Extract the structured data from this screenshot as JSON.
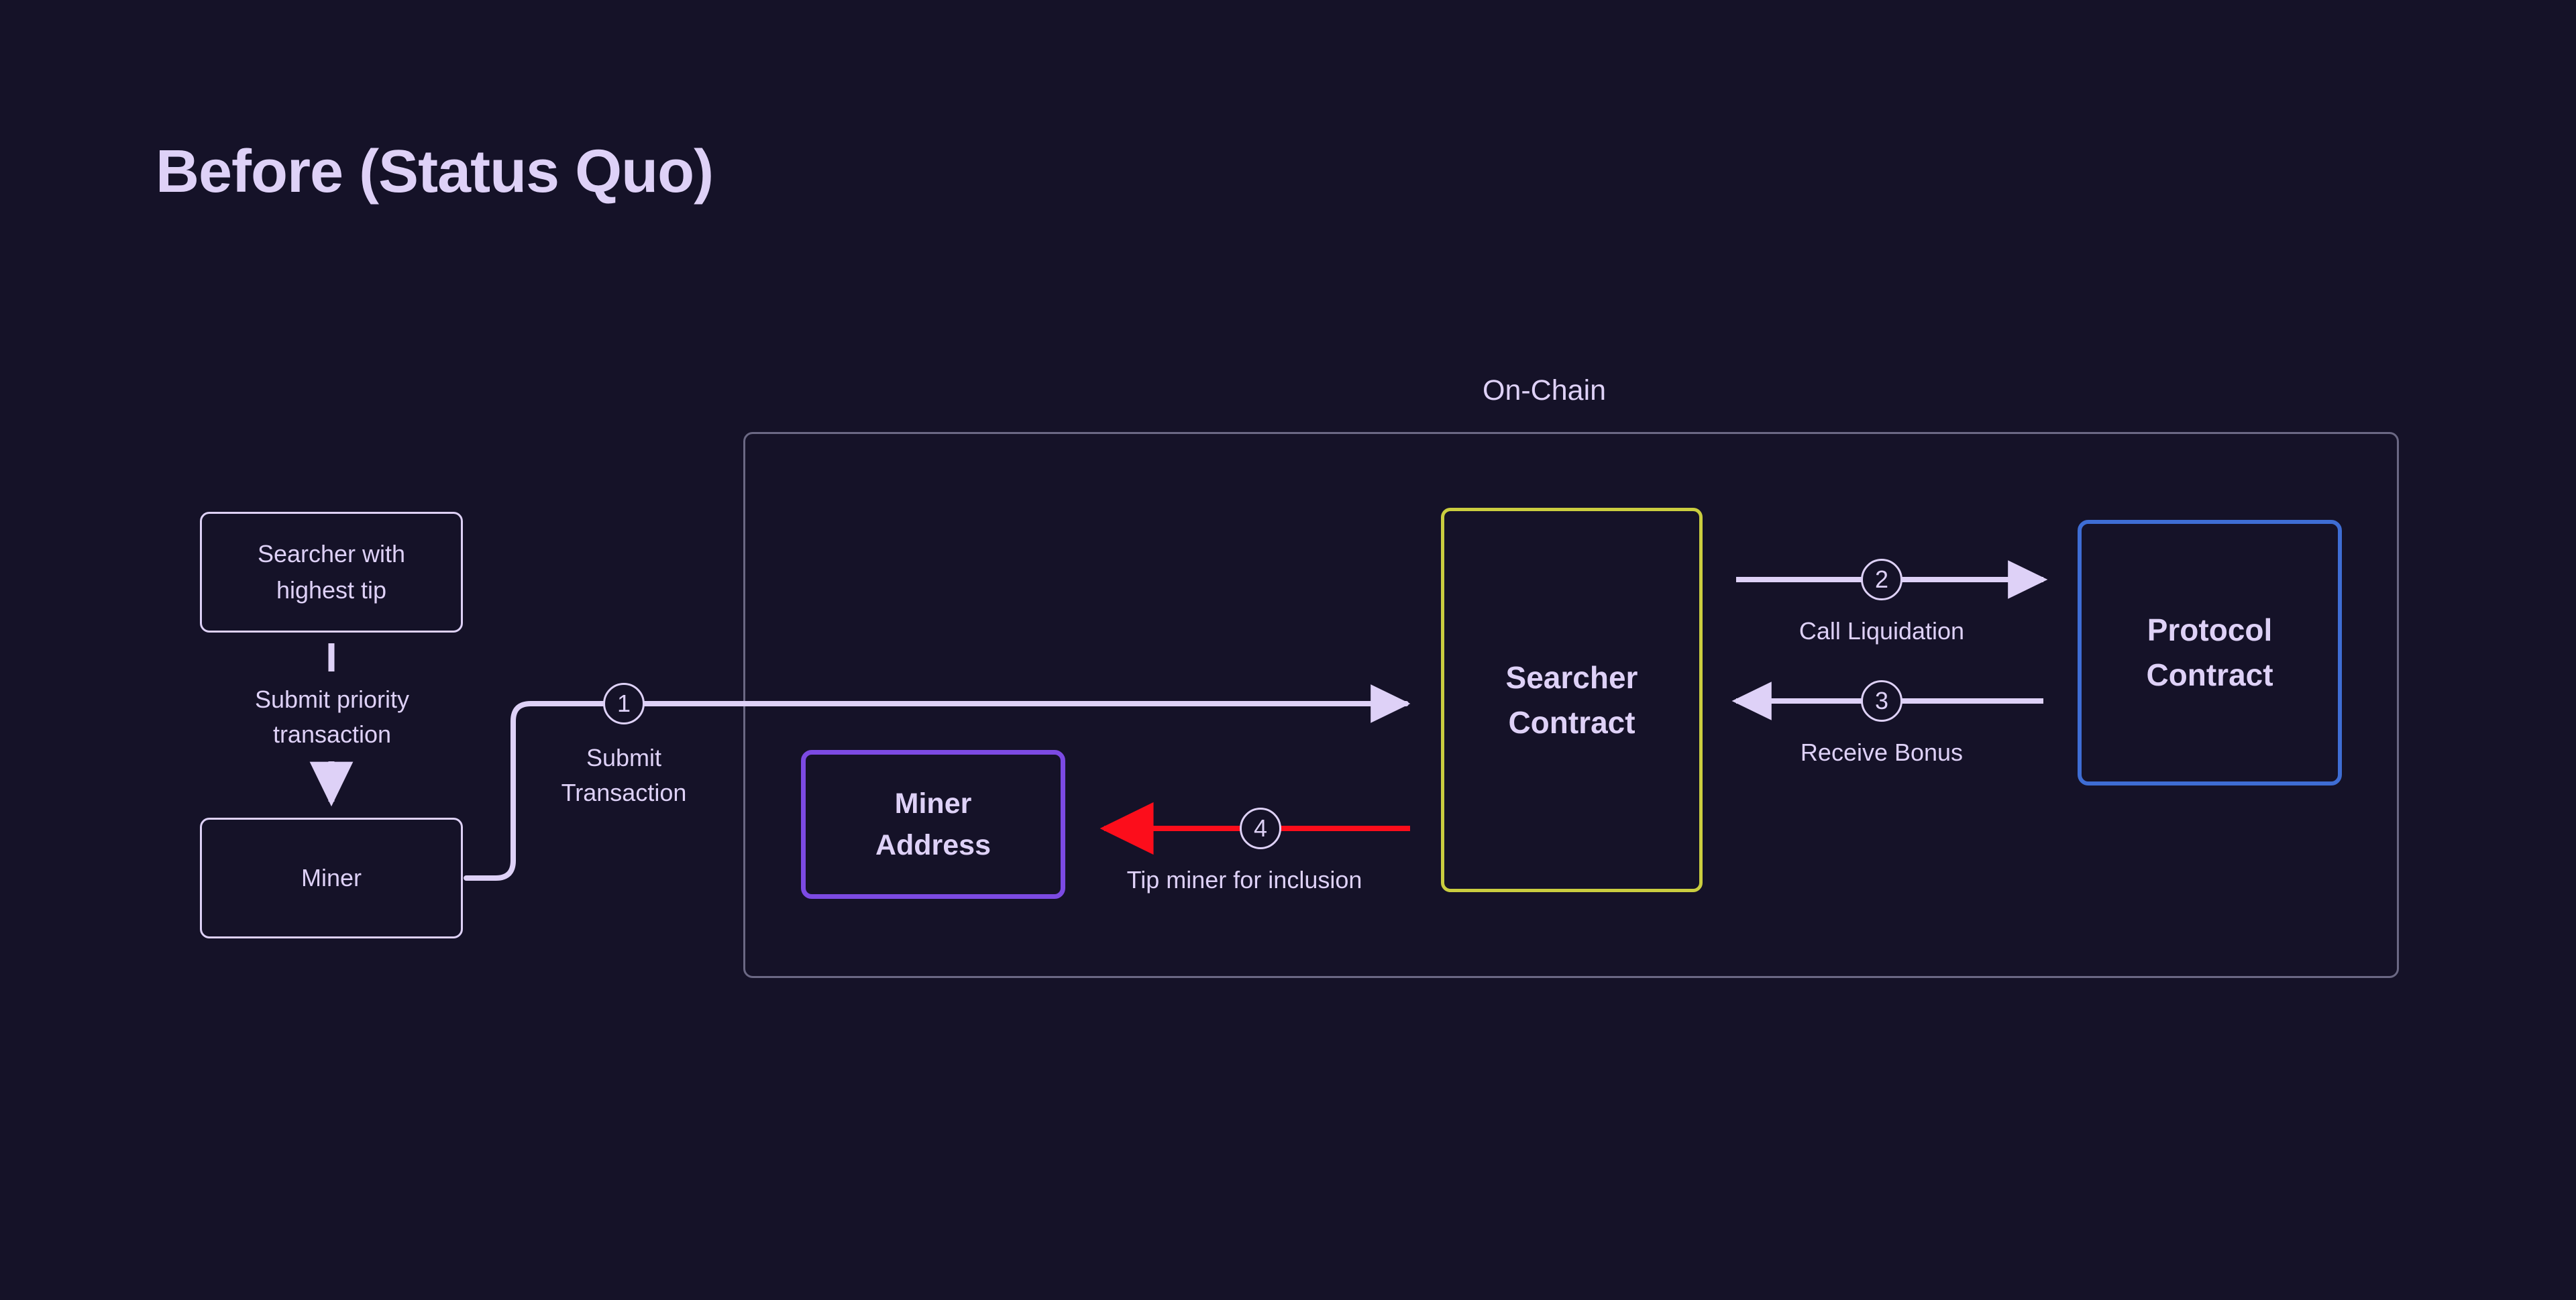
{
  "page": {
    "title": "Before (Status Quo)",
    "background_color": "#151228",
    "text_color": "#ded1f7"
  },
  "group": {
    "onchain_label": "On-Chain",
    "border_color": "#6b6884"
  },
  "nodes": [
    {
      "id": "searcher-with-highest-tip",
      "line1": "Searcher with",
      "line2": "highest tip",
      "border_color": "#ded1f7"
    },
    {
      "id": "miner",
      "line1": "Miner",
      "line2": "",
      "border_color": "#ded1f7"
    },
    {
      "id": "miner-address",
      "line1": "Miner",
      "line2": "Address",
      "border_color": "#7c4ae3"
    },
    {
      "id": "searcher-contract",
      "line1": "Searcher",
      "line2": "Contract",
      "border_color": "#cacd3f"
    },
    {
      "id": "protocol-contract",
      "line1": "Protocol",
      "line2": "Contract",
      "border_color": "#3e6dd4"
    }
  ],
  "edges": [
    {
      "id": "submit-priority-transaction",
      "label_line1": "Submit priority",
      "label_line2": "transaction",
      "badge": "",
      "color": "#ded1f7"
    },
    {
      "id": "submit-transaction",
      "label_line1": "Submit",
      "label_line2": "Transaction",
      "badge": "1",
      "color": "#ded1f7"
    },
    {
      "id": "call-liquidation",
      "label_line1": "Call Liquidation",
      "label_line2": "",
      "badge": "2",
      "color": "#ded1f7"
    },
    {
      "id": "receive-bonus",
      "label_line1": "Receive Bonus",
      "label_line2": "",
      "badge": "3",
      "color": "#ded1f7"
    },
    {
      "id": "tip-miner-for-inclusion",
      "label_line1": "Tip miner for inclusion",
      "label_line2": "",
      "badge": "4",
      "color": "#fc0d1b"
    }
  ]
}
